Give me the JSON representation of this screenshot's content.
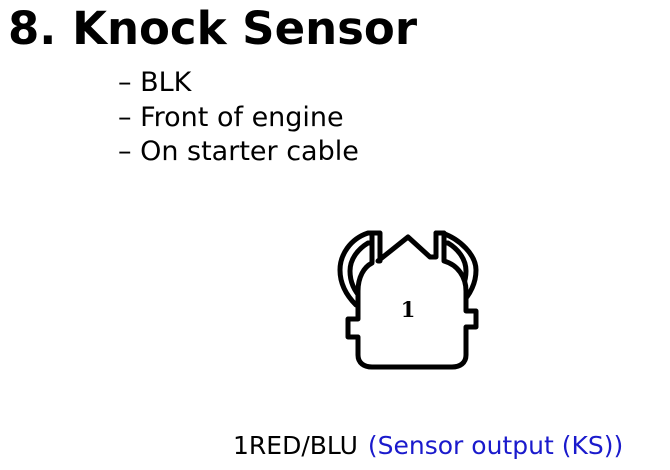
{
  "title": "8. Knock Sensor",
  "bullets": [
    "– BLK",
    "– Front of engine",
    "– On starter cable"
  ],
  "connector": {
    "pin_number": "1"
  },
  "pin_assignment": {
    "pin_wire": "1RED/BLU",
    "description": "(Sensor output (KS))",
    "description_color": "#1a1acc"
  }
}
